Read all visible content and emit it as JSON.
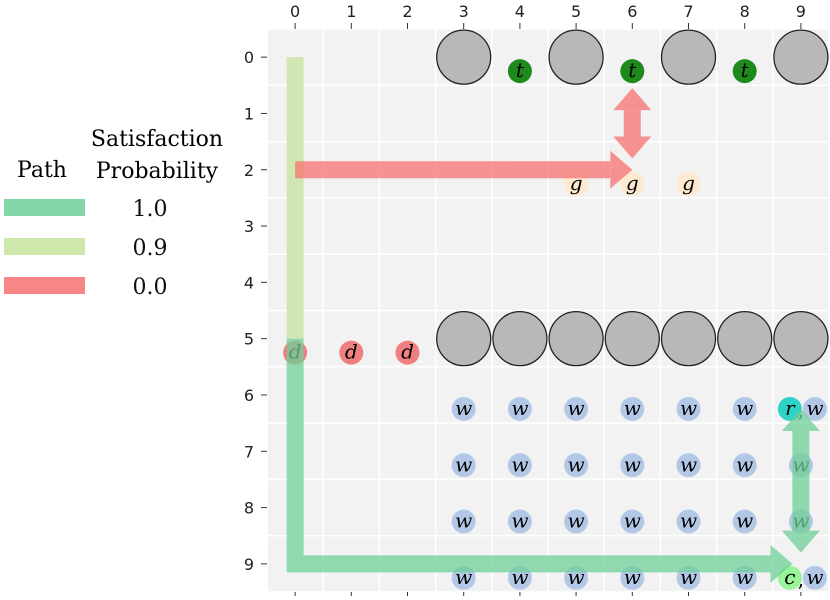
{
  "legend": {
    "path_header": "Path",
    "prob_header_line1": "Satisfaction",
    "prob_header_line2": "Probability",
    "items": [
      {
        "value": "1.0",
        "color": "#6fcf97"
      },
      {
        "value": "0.9",
        "color": "#c5e39c"
      },
      {
        "value": "0.0",
        "color": "#f87171"
      }
    ]
  },
  "grid": {
    "cols": [
      "0",
      "1",
      "2",
      "3",
      "4",
      "5",
      "6",
      "7",
      "8",
      "9"
    ],
    "rows": [
      "0",
      "1",
      "2",
      "3",
      "4",
      "5",
      "6",
      "7",
      "8",
      "9"
    ],
    "background": "#f2f2f2",
    "gridline": "#ffffff"
  },
  "obstacles": [
    {
      "row": 0,
      "col": 3
    },
    {
      "row": 0,
      "col": 5
    },
    {
      "row": 0,
      "col": 7
    },
    {
      "row": 0,
      "col": 9
    },
    {
      "row": 5,
      "col": 3
    },
    {
      "row": 5,
      "col": 4
    },
    {
      "row": 5,
      "col": 5
    },
    {
      "row": 5,
      "col": 6
    },
    {
      "row": 5,
      "col": 7
    },
    {
      "row": 5,
      "col": 8
    },
    {
      "row": 5,
      "col": 9
    }
  ],
  "tokens": [
    {
      "row": 0,
      "col": 4,
      "label": "t",
      "color": "#1e8a1e",
      "text_color": "#000000"
    },
    {
      "row": 0,
      "col": 6,
      "label": "t",
      "color": "#1e8a1e",
      "text_color": "#000000"
    },
    {
      "row": 0,
      "col": 8,
      "label": "t",
      "color": "#1e8a1e",
      "text_color": "#000000"
    },
    {
      "row": 2,
      "col": 5,
      "label": "g",
      "color": "#fde9cf",
      "text_color": "#000000"
    },
    {
      "row": 2,
      "col": 6,
      "label": "g",
      "color": "#fde9cf",
      "text_color": "#000000"
    },
    {
      "row": 2,
      "col": 7,
      "label": "g",
      "color": "#fde9cf",
      "text_color": "#000000"
    },
    {
      "row": 5,
      "col": 0,
      "label": "d",
      "color": "#f08080",
      "text_color": "#000000"
    },
    {
      "row": 5,
      "col": 1,
      "label": "d",
      "color": "#f08080",
      "text_color": "#000000"
    },
    {
      "row": 5,
      "col": 2,
      "label": "d",
      "color": "#f08080",
      "text_color": "#000000"
    },
    {
      "row": 6,
      "col": 3,
      "label": "w",
      "color": "#b3c8e6",
      "text_color": "#000000"
    },
    {
      "row": 6,
      "col": 4,
      "label": "w",
      "color": "#b3c8e6",
      "text_color": "#000000"
    },
    {
      "row": 6,
      "col": 5,
      "label": "w",
      "color": "#b3c8e6",
      "text_color": "#000000"
    },
    {
      "row": 6,
      "col": 6,
      "label": "w",
      "color": "#b3c8e6",
      "text_color": "#000000"
    },
    {
      "row": 6,
      "col": 7,
      "label": "w",
      "color": "#b3c8e6",
      "text_color": "#000000"
    },
    {
      "row": 6,
      "col": 8,
      "label": "w",
      "color": "#b3c8e6",
      "text_color": "#000000"
    },
    {
      "row": 7,
      "col": 3,
      "label": "w",
      "color": "#b3c8e6",
      "text_color": "#000000"
    },
    {
      "row": 7,
      "col": 4,
      "label": "w",
      "color": "#b3c8e6",
      "text_color": "#000000"
    },
    {
      "row": 7,
      "col": 5,
      "label": "w",
      "color": "#b3c8e6",
      "text_color": "#000000"
    },
    {
      "row": 7,
      "col": 6,
      "label": "w",
      "color": "#b3c8e6",
      "text_color": "#000000"
    },
    {
      "row": 7,
      "col": 7,
      "label": "w",
      "color": "#b3c8e6",
      "text_color": "#000000"
    },
    {
      "row": 7,
      "col": 8,
      "label": "w",
      "color": "#b3c8e6",
      "text_color": "#000000"
    },
    {
      "row": 7,
      "col": 9,
      "label": "w",
      "color": "#b3c8e6",
      "text_color": "#000000"
    },
    {
      "row": 8,
      "col": 3,
      "label": "w",
      "color": "#b3c8e6",
      "text_color": "#000000"
    },
    {
      "row": 8,
      "col": 4,
      "label": "w",
      "color": "#b3c8e6",
      "text_color": "#000000"
    },
    {
      "row": 8,
      "col": 5,
      "label": "w",
      "color": "#b3c8e6",
      "text_color": "#000000"
    },
    {
      "row": 8,
      "col": 6,
      "label": "w",
      "color": "#b3c8e6",
      "text_color": "#000000"
    },
    {
      "row": 8,
      "col": 7,
      "label": "w",
      "color": "#b3c8e6",
      "text_color": "#000000"
    },
    {
      "row": 8,
      "col": 8,
      "label": "w",
      "color": "#b3c8e6",
      "text_color": "#000000"
    },
    {
      "row": 8,
      "col": 9,
      "label": "w",
      "color": "#b3c8e6",
      "text_color": "#000000"
    },
    {
      "row": 9,
      "col": 3,
      "label": "w",
      "color": "#b3c8e6",
      "text_color": "#000000"
    },
    {
      "row": 9,
      "col": 4,
      "label": "w",
      "color": "#b3c8e6",
      "text_color": "#000000"
    },
    {
      "row": 9,
      "col": 5,
      "label": "w",
      "color": "#b3c8e6",
      "text_color": "#000000"
    },
    {
      "row": 9,
      "col": 6,
      "label": "w",
      "color": "#b3c8e6",
      "text_color": "#000000"
    },
    {
      "row": 9,
      "col": 7,
      "label": "w",
      "color": "#b3c8e6",
      "text_color": "#000000"
    },
    {
      "row": 9,
      "col": 8,
      "label": "w",
      "color": "#b3c8e6",
      "text_color": "#000000"
    }
  ],
  "combo_tokens": [
    {
      "row": 6,
      "col": 9,
      "first": "r",
      "first_color": "#2ed3c8",
      "second": "w",
      "second_color": "#b3c8e6"
    },
    {
      "row": 9,
      "col": 9,
      "first": "c",
      "first_color": "#98f598",
      "second": "w",
      "second_color": "#b3c8e6"
    }
  ],
  "paths": [
    {
      "prob": "0.9",
      "color": "#c5e39c",
      "points": [
        [
          0,
          0
        ],
        [
          5,
          0
        ]
      ],
      "arrow_end": false,
      "arrow_start": false
    },
    {
      "prob": "0.0",
      "color": "#f87171",
      "points": [
        [
          2,
          0
        ],
        [
          2,
          6
        ]
      ],
      "arrow_end": true,
      "arrow_start": false
    },
    {
      "prob": "0.0",
      "color": "#f87171",
      "points": [
        [
          0.55,
          6
        ],
        [
          1.8,
          6
        ]
      ],
      "arrow_end": true,
      "arrow_start": true
    },
    {
      "prob": "1.0",
      "color": "#6fcf97",
      "points": [
        [
          5,
          0
        ],
        [
          9,
          0
        ],
        [
          9,
          8.85
        ]
      ],
      "arrow_end": true,
      "arrow_start": false
    },
    {
      "prob": "1.0",
      "color": "#6fcf97",
      "points": [
        [
          6.25,
          9
        ],
        [
          8.8,
          9
        ]
      ],
      "arrow_end": true,
      "arrow_start": true
    }
  ]
}
